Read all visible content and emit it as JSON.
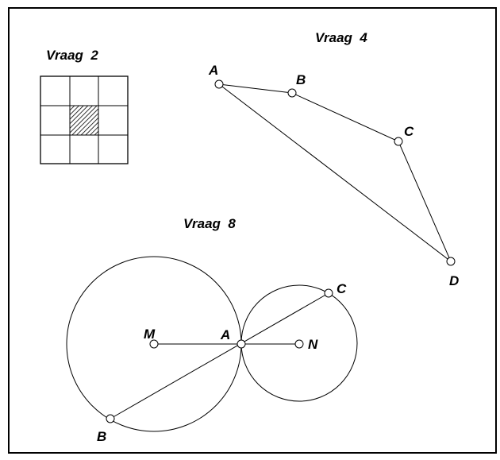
{
  "q2": {
    "title": "Vraag  2",
    "grid_rows": 3,
    "grid_cols": 3,
    "shaded_cell": {
      "row": 1,
      "col": 1
    }
  },
  "q4": {
    "title": "Vraag  4",
    "labels": {
      "A": "A",
      "B": "B",
      "C": "C",
      "D": "D"
    }
  },
  "q8": {
    "title": "Vraag  8",
    "labels": {
      "M": "M",
      "A": "A",
      "N": "N",
      "B": "B",
      "C": "C"
    }
  }
}
